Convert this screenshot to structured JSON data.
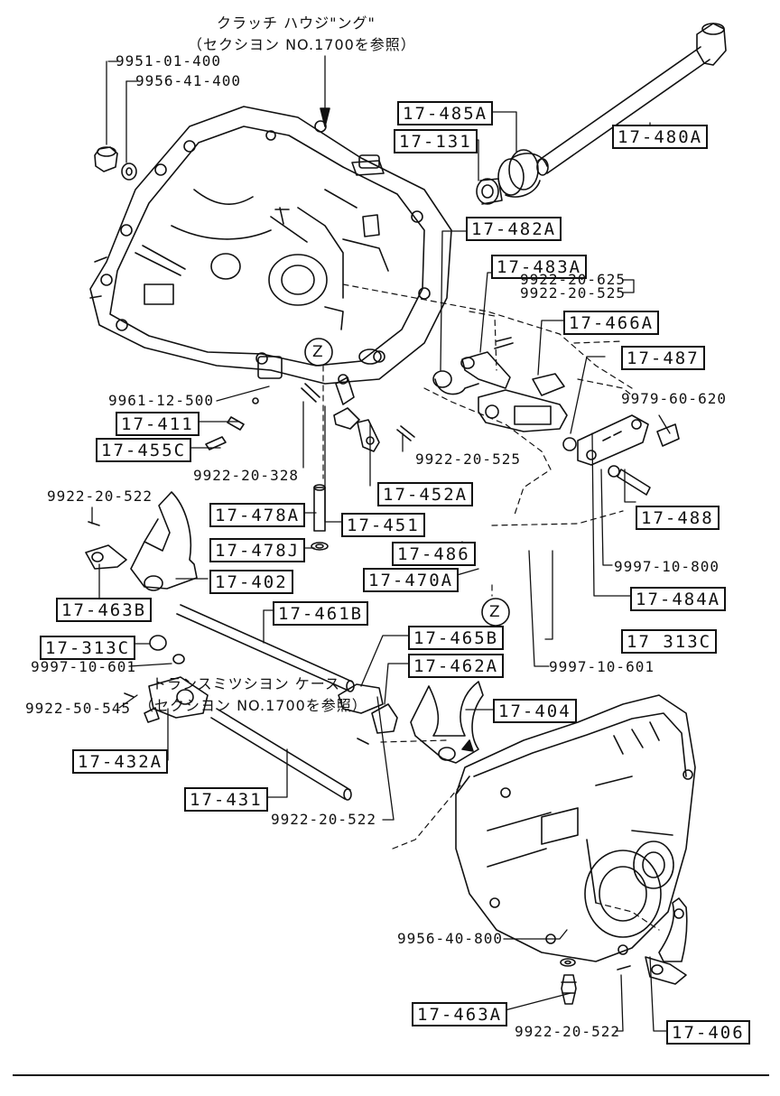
{
  "notes": {
    "clutch_housing_line1": "クラッチ ハウジ\"ング\"",
    "clutch_housing_line2": "（セクシヨン NO.1700を参照）",
    "trans_case_line1": "トランスミツシヨン ケース",
    "trans_case_line2": "（セクシヨン NO.1700を参照）",
    "z_marker": "Z"
  },
  "parts": {
    "p_9951_01_400": "9951-01-400",
    "p_9956_41_400": "9956-41-400",
    "p_17_485A": "17-485A",
    "p_17_131": "17-131",
    "p_17_480A": "17-480A",
    "p_17_482A": "17-482A",
    "p_17_483A": "17-483A",
    "p_9922_20_625": "9922-20-625",
    "p_9922_20_525a": "9922-20-525",
    "p_17_466A": "17-466A",
    "p_17_487": "17-487",
    "p_9979_60_620": "9979-60-620",
    "p_9961_12_500": "9961-12-500",
    "p_17_411": "17-411",
    "p_17_455C": "17-455C",
    "p_9922_20_328": "9922-20-328",
    "p_9922_20_525b": "9922-20-525",
    "p_17_452A": "17-452A",
    "p_9922_20_522a": "9922-20-522",
    "p_17_478A": "17-478A",
    "p_17_451": "17-451",
    "p_17_478J": "17-478J",
    "p_17_486": "17-486",
    "p_17_470A": "17-470A",
    "p_17_488": "17-488",
    "p_9997_10_800": "9997-10-800",
    "p_17_402": "17-402",
    "p_17_463B": "17-463B",
    "p_17_484A": "17-484A",
    "p_17_461B": "17-461B",
    "p_17_313C_a": "17-313C",
    "p_17_313C_b": "17 313C",
    "p_9997_10_601a": "9997-10-601",
    "p_9997_10_601b": "9997-10-601",
    "p_17_465B": "17-465B",
    "p_17_462A": "17-462A",
    "p_9922_50_545": "9922-50-545",
    "p_17_404": "17-404",
    "p_17_432A": "17-432A",
    "p_17_431": "17-431",
    "p_9922_20_522b": "9922-20-522",
    "p_9956_40_800": "9956-40-800",
    "p_17_463A": "17-463A",
    "p_9922_20_522c": "9922-20-522",
    "p_17_406": "17-406"
  }
}
